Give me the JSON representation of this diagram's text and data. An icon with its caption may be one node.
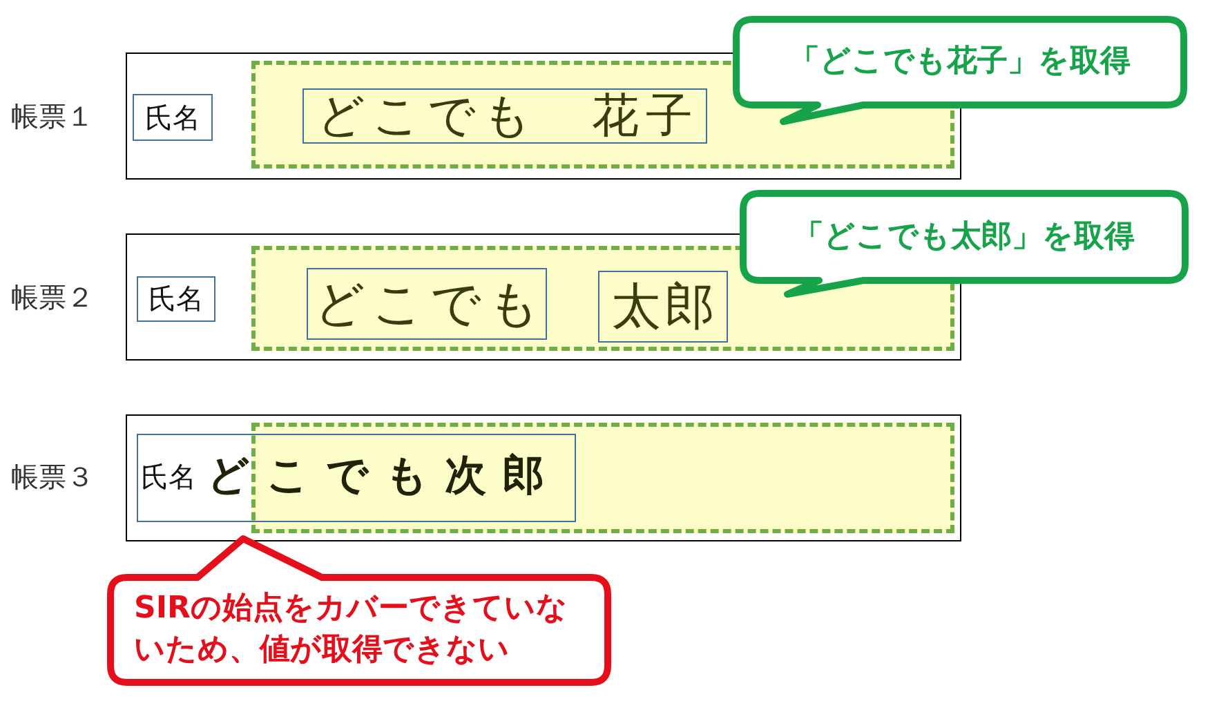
{
  "diagram": {
    "nodes": [
      {
        "text": [
          "帳票１"
        ]
      },
      {
        "text": [
          "氏名"
        ],
        "in": 0
      },
      {
        "text": [],
        "shape": "box",
        "in": 0
      },
      {
        "text": [
          "どこでも　花子"
        ],
        "in": 2
      },
      {
        "text": [
          "「どこでも花子」を取得"
        ]
      },
      {
        "text": [
          "帳票２"
        ]
      },
      {
        "text": [
          "氏名"
        ],
        "in": 5
      },
      {
        "text": [],
        "shape": "box",
        "in": 5
      },
      {
        "text": [
          "どこでも"
        ],
        "in": 7
      },
      {
        "text": [
          "太郎"
        ],
        "in": 7
      },
      {
        "text": [
          "「どこでも太郎」を取得"
        ]
      },
      {
        "text": [
          "帳票３"
        ]
      },
      {
        "text": [
          "氏名",
          "どこでも次郎"
        ],
        "in": 11
      },
      {
        "text": [],
        "shape": "box",
        "in": 11
      },
      {
        "text": [
          "SIRの始点をカバーできていないため、値が取得できない"
        ]
      }
    ]
  }
}
